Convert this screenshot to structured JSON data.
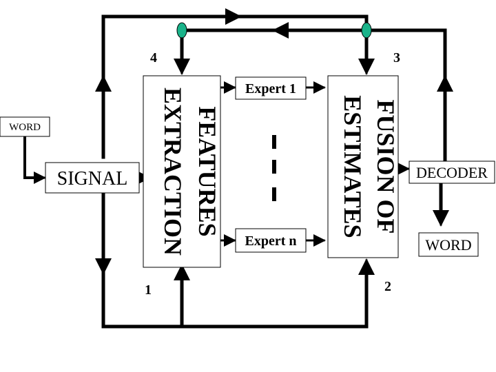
{
  "boxes": {
    "word_in": "WORD",
    "signal": "SIGNAL",
    "features_line1": "FEATURES",
    "features_line2": "EXTRACTION",
    "expert_1": "Expert 1",
    "expert_n": "Expert n",
    "fusion_line1": "FUSION OF",
    "fusion_line2": "ESTIMATES",
    "decoder": "DECODER",
    "word_out": "WORD"
  },
  "node_labels": {
    "n1": "1",
    "n2": "2",
    "n3": "3",
    "n4": "4"
  },
  "colors": {
    "line": "#000000",
    "junction": "#1ab38a"
  }
}
